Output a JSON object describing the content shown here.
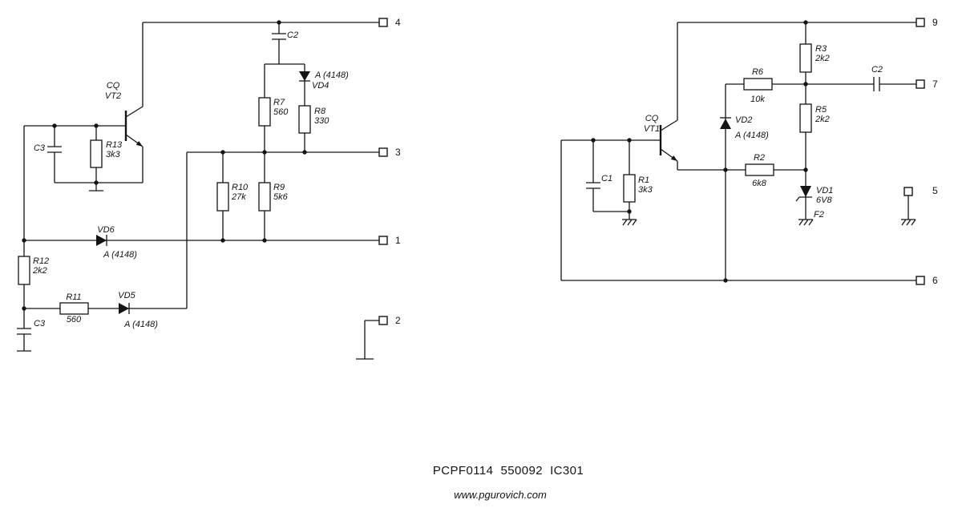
{
  "colors": {
    "line": "#141414",
    "background": "#ffffff"
  },
  "footer": {
    "part_line": "PCPF0114  550092  IC301",
    "website": "www.pgurovich.com"
  },
  "left": {
    "transistor": {
      "prefix": "CQ",
      "name": "VT2"
    },
    "c2": {
      "label": "C2"
    },
    "c3_top": {
      "label": "C3"
    },
    "c3_bottom": {
      "label": "C3"
    },
    "r7": {
      "name": "R7",
      "value": "560"
    },
    "r8": {
      "name": "R8",
      "value": "330"
    },
    "r9": {
      "name": "R9",
      "value": "5k6"
    },
    "r10": {
      "name": "R10",
      "value": "27k"
    },
    "r11": {
      "name": "R11",
      "value": "560"
    },
    "r12": {
      "name": "R12",
      "value": "2k2"
    },
    "r13": {
      "name": "R13",
      "value": "3k3"
    },
    "vd4": {
      "name": "VD4",
      "type": "A (4148)"
    },
    "vd5": {
      "name": "VD5",
      "type": "A (4148)"
    },
    "vd6": {
      "name": "VD6",
      "type": "A (4148)"
    },
    "terminals": {
      "t1": "1",
      "t2": "2",
      "t3": "3",
      "t4": "4"
    }
  },
  "right": {
    "transistor": {
      "prefix": "CQ",
      "name": "VT1"
    },
    "c1": {
      "label": "C1"
    },
    "c2": {
      "label": "C2"
    },
    "r1": {
      "name": "R1",
      "value": "3k3"
    },
    "r2": {
      "name": "R2",
      "value": "6k8"
    },
    "r3": {
      "name": "R3",
      "value": "2k2"
    },
    "r5": {
      "name": "R5",
      "value": "2k2"
    },
    "r6": {
      "name": "R6",
      "value": "10k"
    },
    "vd1": {
      "name": "VD1",
      "value": "6V8",
      "fuse": "F2"
    },
    "vd2": {
      "name": "VD2",
      "type": "A (4148)"
    },
    "terminals": {
      "t5": "5",
      "t6": "6",
      "t7": "7",
      "t9": "9"
    }
  }
}
